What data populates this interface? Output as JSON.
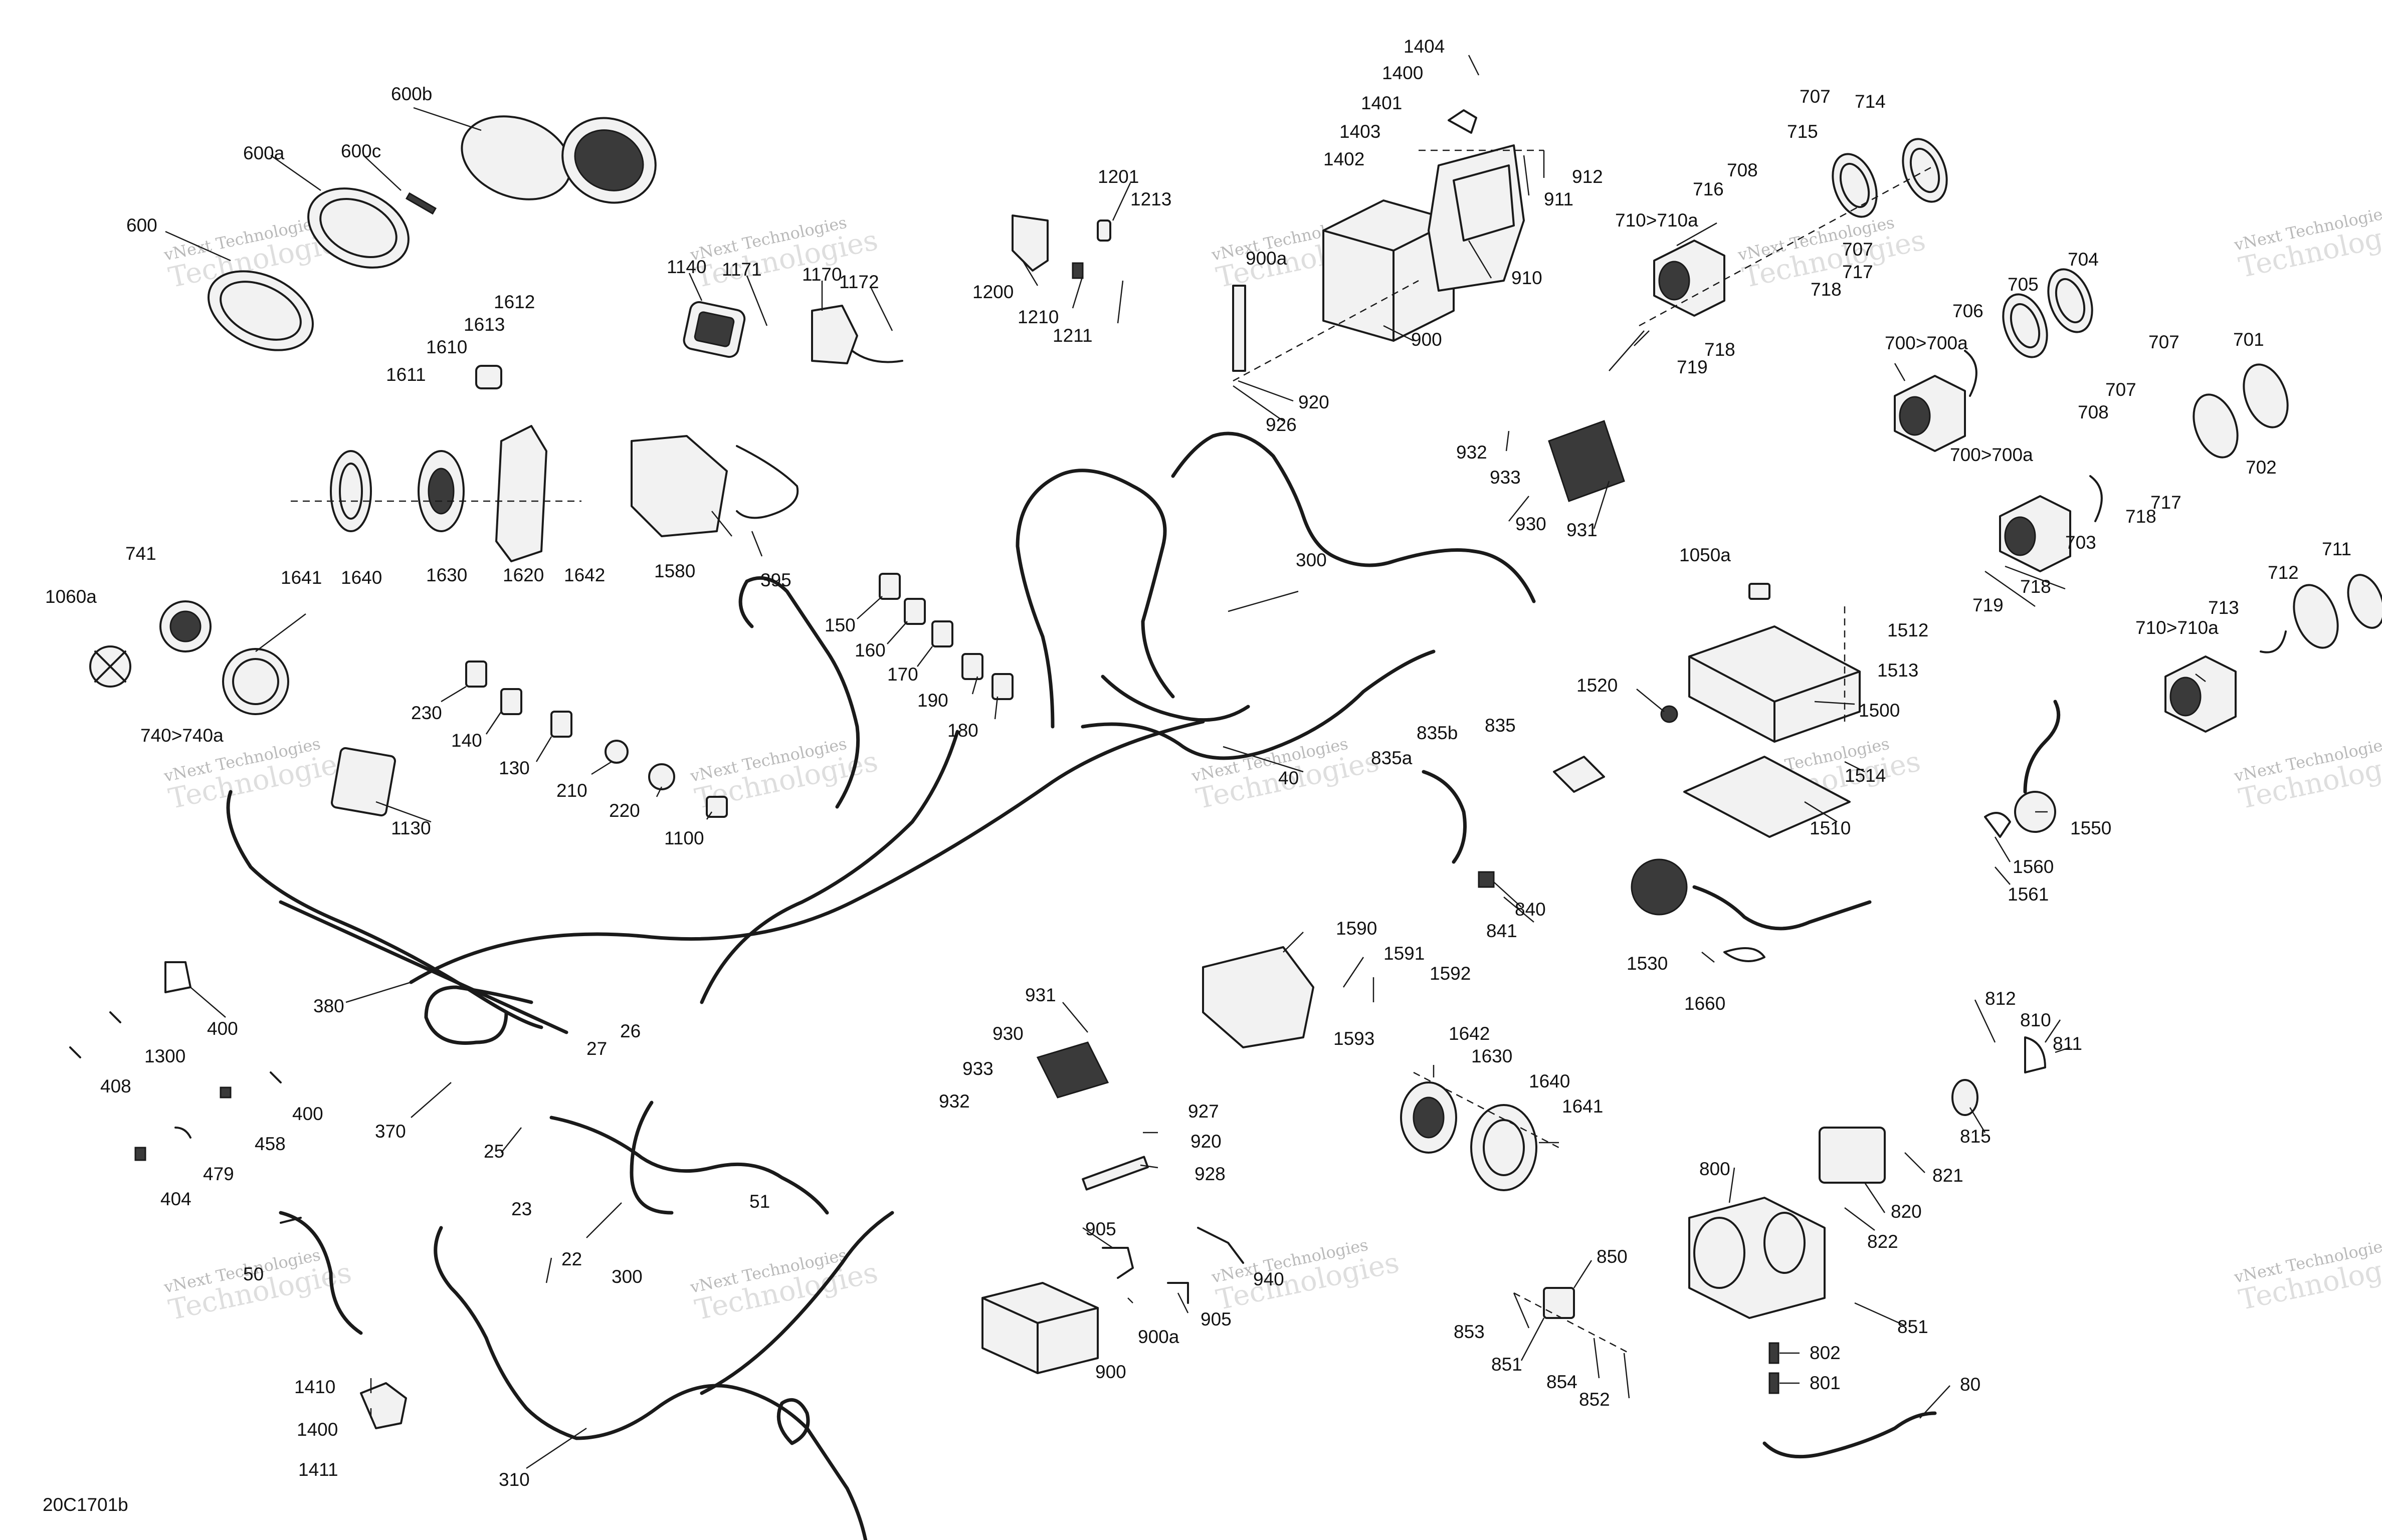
{
  "diagram_code": "20C1701b",
  "watermark": {
    "line1": "vNext Technologies",
    "line2": "Technologies"
  },
  "labels": [
    "600",
    "600a",
    "600b",
    "600c",
    "1140",
    "1171",
    "1170",
    "1172",
    "1201",
    "1213",
    "1200",
    "1210",
    "1211",
    "1404",
    "1400",
    "1401",
    "1403",
    "1402",
    "912",
    "911",
    "910",
    "900a",
    "900",
    "920",
    "926",
    "707",
    "714",
    "715",
    "708",
    "716",
    "710>710a",
    "717",
    "718",
    "707",
    "718",
    "719",
    "704",
    "705",
    "706",
    "700>700a",
    "707",
    "701",
    "707",
    "708",
    "702",
    "700>700a",
    "717",
    "718",
    "703",
    "718",
    "719",
    "711",
    "712",
    "713",
    "710>710a",
    "1612",
    "1613",
    "1610",
    "1611",
    "1641",
    "1640",
    "1630",
    "1620",
    "1642",
    "1580",
    "395",
    "741",
    "1060a",
    "740>740a",
    "1130",
    "150",
    "160",
    "170",
    "190",
    "180",
    "300",
    "230",
    "140",
    "130",
    "210",
    "220",
    "1100",
    "40",
    "932",
    "933",
    "930",
    "931",
    "1050a",
    "1512",
    "1513",
    "1500",
    "1520",
    "1514",
    "1510",
    "835b",
    "835",
    "835a",
    "840",
    "841",
    "1550",
    "1560",
    "1561",
    "1530",
    "1660",
    "400",
    "1300",
    "380",
    "408",
    "400",
    "458",
    "479",
    "404",
    "370",
    "27",
    "26",
    "25",
    "23",
    "22",
    "51",
    "300",
    "50",
    "1410",
    "1400",
    "1411",
    "310",
    "1590",
    "1591",
    "1592",
    "1593",
    "931",
    "930",
    "933",
    "932",
    "1642",
    "1630",
    "1640",
    "1641",
    "927",
    "920",
    "928",
    "905",
    "940",
    "905",
    "900a",
    "900",
    "812",
    "810",
    "811",
    "815",
    "821",
    "820",
    "822",
    "800",
    "850",
    "853",
    "851",
    "854",
    "852",
    "851",
    "802",
    "801",
    "80"
  ]
}
